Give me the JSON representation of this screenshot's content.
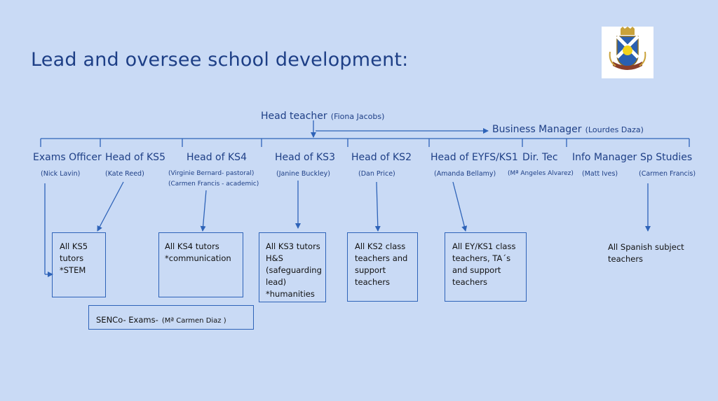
{
  "title": "Lead and oversee school development:",
  "logo": "school-crest-icon",
  "colors": {
    "background": "#c9daf5",
    "lines": "#2e63b8",
    "text": "#1e3f86"
  },
  "head": {
    "title": "Head teacher",
    "name": "(Fiona Jacobs)"
  },
  "business": {
    "title": "Business Manager",
    "name": "(Lourdes Daza)"
  },
  "roles": [
    {
      "title": "Exams Officer",
      "name": "(Nick Lavin)"
    },
    {
      "title": "Head of KS5",
      "name": "(Kate Reed)"
    },
    {
      "title": "Head of KS4",
      "name": "(Virginie Bernard- pastoral)",
      "name2": "(Carmen Francis - academic)"
    },
    {
      "title": "Head of KS3",
      "name": "(Janine Buckley)"
    },
    {
      "title": "Head of KS2",
      "name": "(Dan Price)"
    },
    {
      "title": "Head of EYFS/KS1",
      "name": "(Amanda Bellamy)"
    },
    {
      "title": "Dir. Tec",
      "name": "(Mª Angeles Alvarez)"
    },
    {
      "title": "Info Manager",
      "name": "(Matt Ives)"
    },
    {
      "title": "Sp Studies",
      "name": "(Carmen Francis)"
    }
  ],
  "boxes": {
    "ks5": "All KS5\ntutors\n*STEM",
    "ks4": "All KS4 tutors\n*communication",
    "ks3": "All KS3 tutors\nH&S\n(safeguarding\nlead)\n*humanities",
    "ks2": "All KS2 class\nteachers and\nsupport\nteachers",
    "eyfs": "All EY/KS1 class\nteachers, TA´s\nand support\nteachers",
    "spanish": "All Spanish subject\nteachers"
  },
  "senco": {
    "label": "SENCo- Exams-",
    "name": "(Mª Carmen Diaz )"
  }
}
